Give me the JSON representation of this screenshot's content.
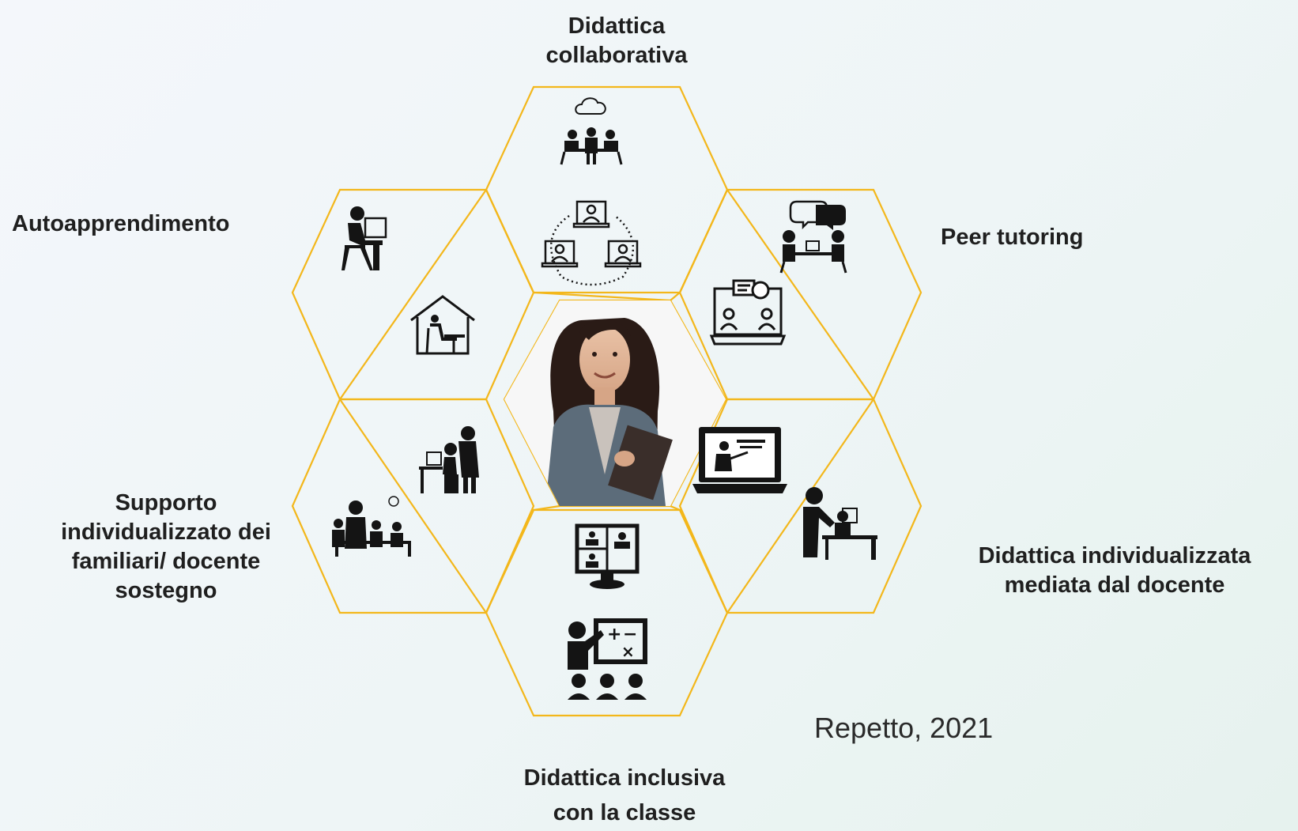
{
  "labels": {
    "top": [
      "Didattica",
      "collaborativa"
    ],
    "upper_left": "Autoapprendimento",
    "upper_right": "Peer tutoring",
    "lower_left": [
      "Supporto",
      "individualizzato dei",
      "familiari/ docente",
      "sostegno"
    ],
    "lower_right": [
      "Didattica individualizzata",
      "mediata dal docente"
    ],
    "bottom": [
      "Didattica inclusiva",
      "con la classe"
    ]
  },
  "credit": "Repetto, 2021",
  "colors": {
    "hex_outline": "#f3b71b",
    "icon": "#141414",
    "background": "#eef5f6"
  },
  "hexagons": [
    {
      "id": "top",
      "icons": [
        "brainstorm-table-icon"
      ]
    },
    {
      "id": "inner-top",
      "icons": [
        "video-conference-network-icon"
      ]
    },
    {
      "id": "upper-left",
      "icons": [
        "student-at-computer-icon",
        "home-study-icon"
      ]
    },
    {
      "id": "upper-right",
      "icons": [
        "peer-discussion-icon",
        "online-chat-laptop-icon"
      ]
    },
    {
      "id": "lower-left",
      "icons": [
        "parent-helping-child-icon",
        "classroom-support-icon"
      ]
    },
    {
      "id": "lower-right",
      "icons": [
        "online-lesson-laptop-icon",
        "teacher-helping-student-icon"
      ]
    },
    {
      "id": "inner-bottom",
      "icons": [
        "video-call-monitor-icon"
      ]
    },
    {
      "id": "bottom",
      "icons": [
        "teacher-math-board-icon"
      ]
    },
    {
      "id": "center",
      "icons": [
        "student-photo"
      ]
    }
  ]
}
